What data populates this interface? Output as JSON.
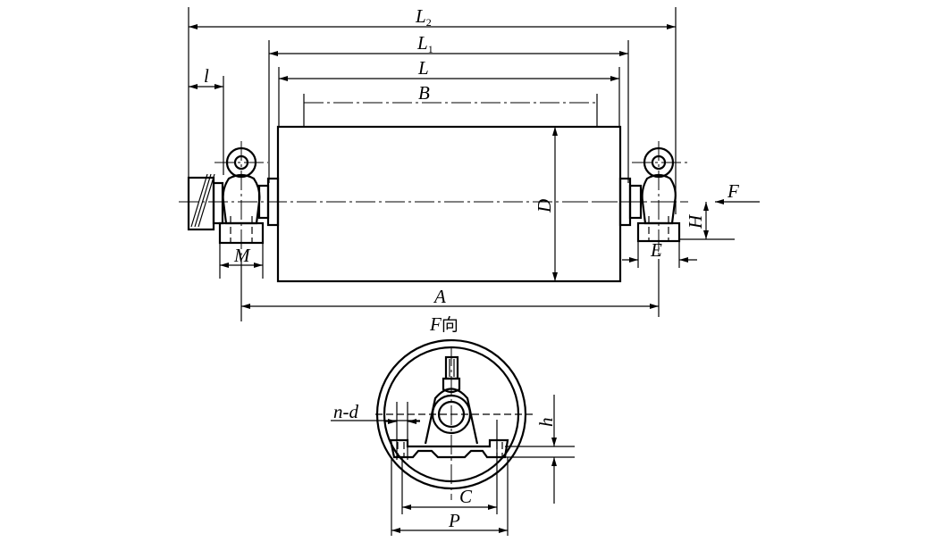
{
  "labels": {
    "L2": "L",
    "L2_sub": "2",
    "L1": "L",
    "L1_sub": "1",
    "L": "L",
    "B": "B",
    "l": "l",
    "D": "D",
    "M": "M",
    "A": "A",
    "F_view": "F",
    "F_view_suffix": "向",
    "F": "F",
    "H": "H",
    "E": "E",
    "nd": "n-d",
    "h": "h",
    "C": "C",
    "P": "P"
  }
}
